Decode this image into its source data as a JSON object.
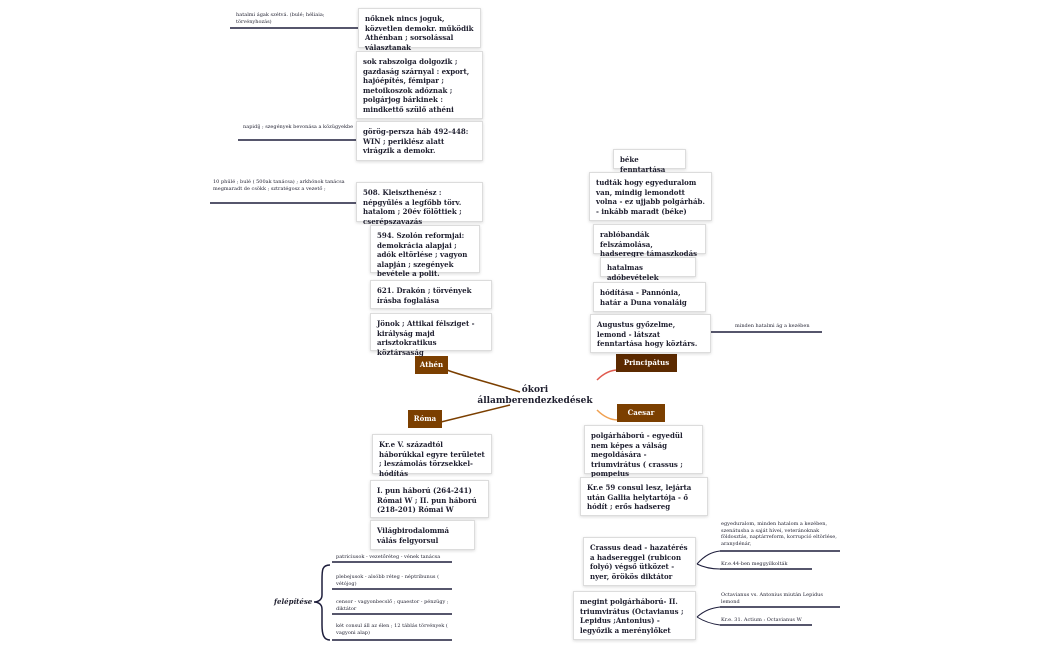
{
  "center": {
    "line1": "ókori",
    "line2": "államberendezkedések"
  },
  "colors": {
    "athen": "#7b3f00",
    "principatus": "#5c2a00",
    "roma": "#7b3f00",
    "caesar": "#7b3f00",
    "line_dark": "#1e1e3c",
    "line_red": "#e05a4f",
    "line_orange": "#f0a050"
  },
  "athen": {
    "label": "Athén",
    "items": [
      "nőknek nincs joguk, közvetlen demokr. működik Athénban ; sorsolással választanak",
      "sok rabszolga dolgozik ; gazdaság szárnyal : export, hajóépítés, fémipar ; metoikoszok adóznak ; polgárjog bárkinek : mindkettő szülő athéni",
      "görög-persza háb 492-448: WIN ; periklész alatt virágzik a demokr.",
      "508. Kleiszthenész : népgyűlés a legfőbb törv. hatalom ; 20év fölöttiek ; cserépszavazás",
      "594. Szolón reformjai: demokrácia alapjai ; adók eltörlése ; vagyon alapján ; szegények bevétele a polit.",
      "621. Drakón ; törvények írásba foglalása",
      "Jönok ; Attikai félsziget - királyság majd arisztokratikus köztársaság"
    ],
    "notes": [
      "hatalmi ágak szétvá. (bulé; héliaia; törvényhozás)",
      "napidíj ; szegények bevonása a közügyekbe",
      "10 phülé ; bulé ( 500ak tanácsa) ; arkhónok tanácsa megmaradt de csökk ; sztratégosz a vezető ;"
    ]
  },
  "principatus": {
    "label": "Principátus",
    "items": [
      "béke fenntartása",
      "tudták hogy egyeduralom van, mindig lemondott volna - ez ujjabb polgárháb. - inkább maradt (béke)",
      "rablóbandák felszámolása, hadseregre támaszkodás",
      "hatalmas adóbevételek",
      "hódítása - Pannónia, határ a Duna vonaláig",
      "Augustus győzelme, lemond - látszat fenntartása hogy köztárs."
    ],
    "notes": [
      "minden hatalmi ág a kezében"
    ]
  },
  "roma": {
    "label": "Róma",
    "items": [
      "Kr.e V. századtól háborúkkal egyre területet ; leszámolás törzsekkel-hódítás",
      "I. pun háború (264-241) Római W ; II. pun háború (218-201) Római W",
      "Világbirodalommá válás felgyorsul"
    ],
    "bracket": {
      "label": "felépítése",
      "items": [
        "patriciusok - vezetőréteg - vének tanácsa",
        "plebejusok - alsóbb réteg - néptribunus ( vétójog)",
        "censor - vagyonbecslő ; quaestor - pénzügy ; diktátor",
        "két consul áll az élen ; 12 táblás törvények ( vagyoni alap)"
      ]
    }
  },
  "caesar": {
    "label": "Caesar",
    "items": [
      "polgárháború - egyedül nem képes a válság megoldására - triumvirátus ( crassus ; pompeius",
      "Kr.e 59 consul lesz, lejárta után Gallia helytartója - ő hódít ; erős hadsereg",
      "Crassus dead - hazatérés a hadsereggel (rubicon folyó) végső ütközet - nyer, örökös diktátor",
      "megint polgárháború- II. triumvirátus (Octavianus ; Lepidus ;Antonius) - legyőzik a merénylőket"
    ],
    "notes": [
      "egyeduralom, minden hatalom a kezében, szenátusba a saját hívei, veteránoknak földosztás, naptárreform, korrupció eltörlése, aranydénár,",
      "Kr.e.44-ben meggyilkolták",
      "Octavianus vs. Antonius miután Lepidus lemond",
      "Kr.e. 31. Actium : Octavianus W"
    ]
  }
}
